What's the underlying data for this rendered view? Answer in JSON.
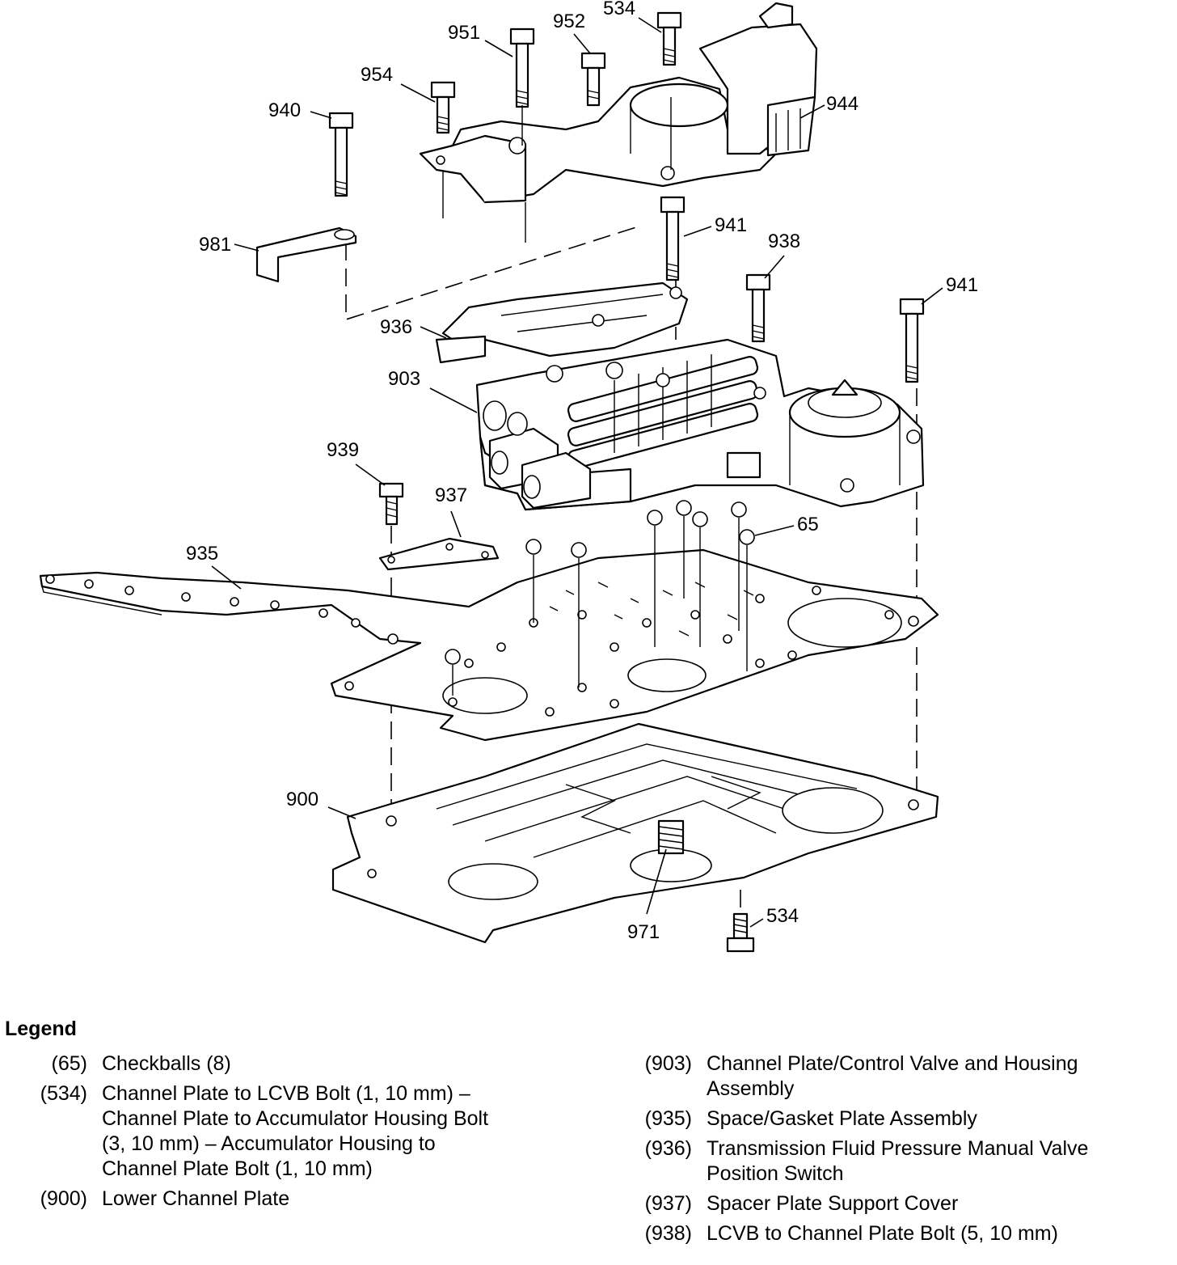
{
  "callouts": {
    "c951": "951",
    "c952": "952",
    "c534_top": "534",
    "c954": "954",
    "c940": "940",
    "c944": "944",
    "c941_a": "941",
    "c938": "938",
    "c941_b": "941",
    "c981": "981",
    "c936": "936",
    "c903": "903",
    "c939": "939",
    "c937": "937",
    "c65": "65",
    "c935": "935",
    "c900": "900",
    "c971": "971",
    "c534_bottom": "534"
  },
  "legend": {
    "title": "Legend",
    "left": [
      {
        "num": "(65)",
        "desc": "Checkballs (8)"
      },
      {
        "num": "(534)",
        "desc": "Channel Plate to LCVB Bolt (1, 10 mm) –\nChannel Plate to Accumulator Housing Bolt\n(3, 10 mm) – Accumulator Housing to\nChannel Plate Bolt (1, 10 mm)"
      },
      {
        "num": "(900)",
        "desc": "Lower Channel Plate"
      }
    ],
    "right": [
      {
        "num": "(903)",
        "desc": "Channel Plate/Control Valve and Housing\nAssembly"
      },
      {
        "num": "(935)",
        "desc": "Space/Gasket Plate Assembly"
      },
      {
        "num": "(936)",
        "desc": "Transmission Fluid Pressure Manual Valve\nPosition Switch"
      },
      {
        "num": "(937)",
        "desc": "Spacer Plate Support Cover"
      },
      {
        "num": "(938)",
        "desc": "LCVB to Channel Plate Bolt (5, 10 mm)"
      }
    ]
  }
}
